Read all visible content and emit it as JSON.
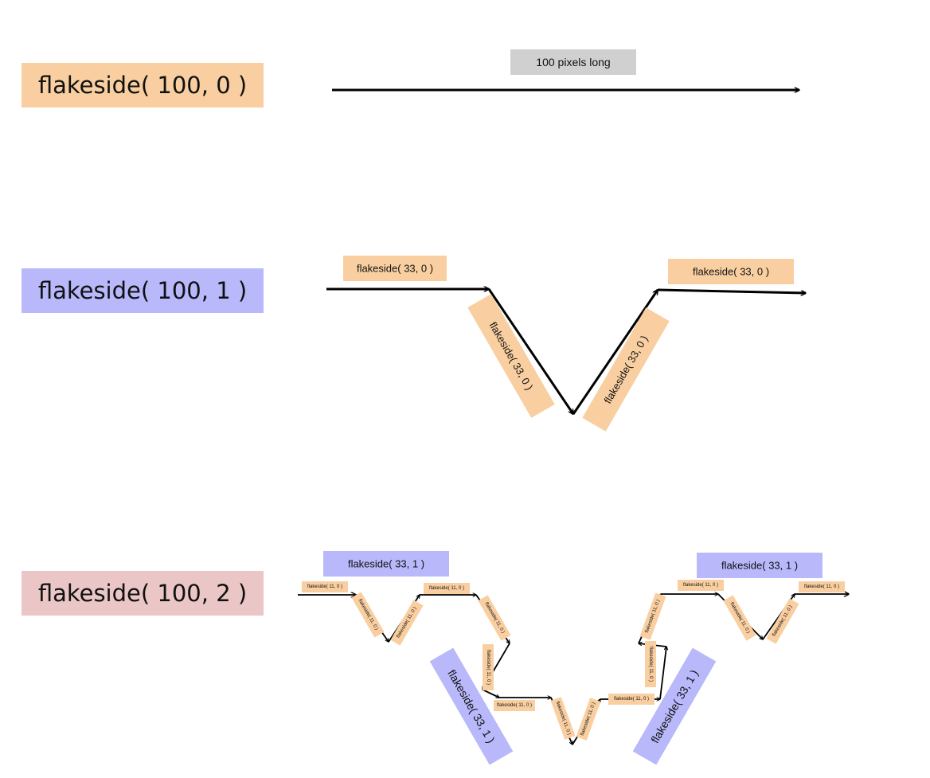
{
  "colors": {
    "level0": "#f9cfa1",
    "level1": "#b8b8fb",
    "level2": "#ebc6c6",
    "note": "#d0d0d0",
    "line": "#000000"
  },
  "rows": [
    {
      "label": "flakeside( 100, 0 )"
    },
    {
      "label": "flakeside( 100, 1 )"
    },
    {
      "label": "flakeside( 100, 2 )"
    }
  ],
  "length_note": "100 pixels long",
  "segment_labels": {
    "level0": "flakeside( 33, 0 )",
    "level1": "flakeside( 33, 1 )",
    "level2": "flakeside( 11, 0 )"
  }
}
